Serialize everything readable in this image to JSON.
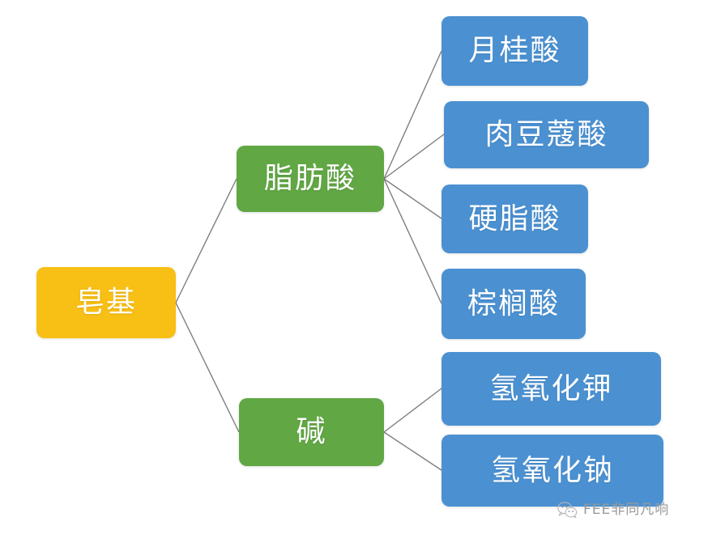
{
  "diagram": {
    "title": "皂基",
    "type": "mind-map",
    "colors": {
      "root": "#f8bf15",
      "branch": "#61a744",
      "leaf": "#4b91d2",
      "connector": "#7f7f7f",
      "background": "#ffffff",
      "watermark_text": "#9a9a9a"
    },
    "nodes": {
      "root": {
        "label": "皂基"
      },
      "branches": [
        {
          "label": "脂肪酸"
        },
        {
          "label": "碱"
        }
      ],
      "leaves": [
        {
          "label": "月桂酸",
          "parent": "脂肪酸"
        },
        {
          "label": "肉豆蔻酸",
          "parent": "脂肪酸"
        },
        {
          "label": "硬脂酸",
          "parent": "脂肪酸"
        },
        {
          "label": "棕榈酸",
          "parent": "脂肪酸"
        },
        {
          "label": "氢氧化钾",
          "parent": "碱"
        },
        {
          "label": "氢氧化钠",
          "parent": "碱"
        }
      ]
    }
  },
  "watermark": {
    "icon": "wechat-icon",
    "text": "FEE非同凡响"
  }
}
